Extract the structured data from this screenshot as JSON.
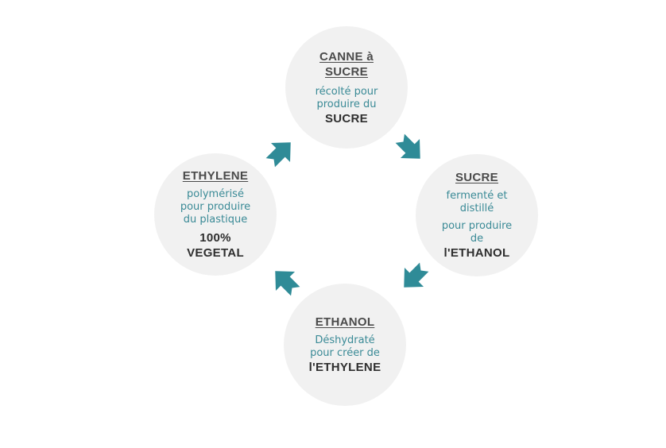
{
  "colors": {
    "circle_fill": "#f1f1f1",
    "arrow": "#2f8b97",
    "title_text": "#4a4a4a",
    "description_text": "#3a8a96",
    "emphasis_text": "#2e2e2e"
  },
  "nodes": {
    "canne": {
      "title_line1": "CANNE à",
      "title_line2": "SUCRE",
      "desc_line1": "récolté pour",
      "desc_line2": "produire du",
      "emph": "SUCRE"
    },
    "sucre": {
      "title": "SUCRE",
      "desc_line1": "fermenté et",
      "desc_line2": "distillé",
      "desc_line3": "pour produire",
      "desc_line4": "de",
      "emph": "l'ETHANOL"
    },
    "ethanol": {
      "title": "ETHANOL",
      "desc_line1": "Déshydraté",
      "desc_line2": "pour créer de",
      "emph": "l'ETHYLENE"
    },
    "ethylene": {
      "title": "ETHYLENE",
      "desc_line1": "polymérisé",
      "desc_line2": "pour produire",
      "desc_line3": "du plastique",
      "emph_line1": "100%",
      "emph_line2": "VEGETAL"
    }
  },
  "arrows": [
    {
      "from": "canne",
      "to": "sucre",
      "icon": "arrow-down-right-icon"
    },
    {
      "from": "sucre",
      "to": "ethanol",
      "icon": "arrow-down-left-icon"
    },
    {
      "from": "ethanol",
      "to": "ethylene",
      "icon": "arrow-up-left-icon"
    },
    {
      "from": "ethylene",
      "to": "canne",
      "icon": "arrow-up-right-icon"
    }
  ]
}
